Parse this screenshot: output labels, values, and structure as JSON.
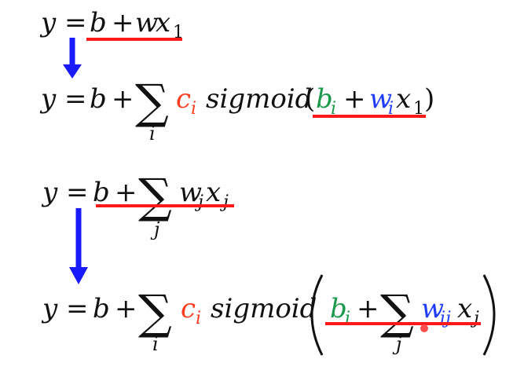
{
  "colors": {
    "text": "#111111",
    "underline": "#ff1a1a",
    "arrow": "#1a1aff",
    "coef_c": "#ff3b1f",
    "bias": "#1a9a4a",
    "weight": "#1f3dff",
    "dot": "#ff4d4d"
  },
  "eq1": {
    "y": "y",
    "eq": "=",
    "b": "b",
    "plus": "+",
    "w": "w",
    "x": "x",
    "sub1": "1"
  },
  "eq2": {
    "y": "y",
    "eq": "=",
    "b": "b",
    "plus": "+",
    "sigma": "∑",
    "idx": "i",
    "c": "c",
    "c_sub": "i",
    "fn": "sigmoid",
    "lparen": "(",
    "bi": "b",
    "bi_sub": "i",
    "plus2": "+",
    "wi": "w",
    "wi_sub": "i",
    "x": "x",
    "x_sub": "1",
    "rparen": ")"
  },
  "eq3": {
    "y": "y",
    "eq": "=",
    "b": "b",
    "plus": "+",
    "sigma": "∑",
    "idx": "j",
    "w": "w",
    "w_sub": "j",
    "x": "x",
    "x_sub": "j"
  },
  "eq4": {
    "y": "y",
    "eq": "=",
    "b": "b",
    "plus": "+",
    "sigma": "∑",
    "idx": "i",
    "c": "c",
    "c_sub": "i",
    "fn": "sigmoid",
    "bi": "b",
    "bi_sub": "i",
    "plus2": "+",
    "sigma2": "∑",
    "idx2": "j",
    "wij": "w",
    "wij_sub": "ij",
    "x": "x",
    "x_sub": "j"
  }
}
